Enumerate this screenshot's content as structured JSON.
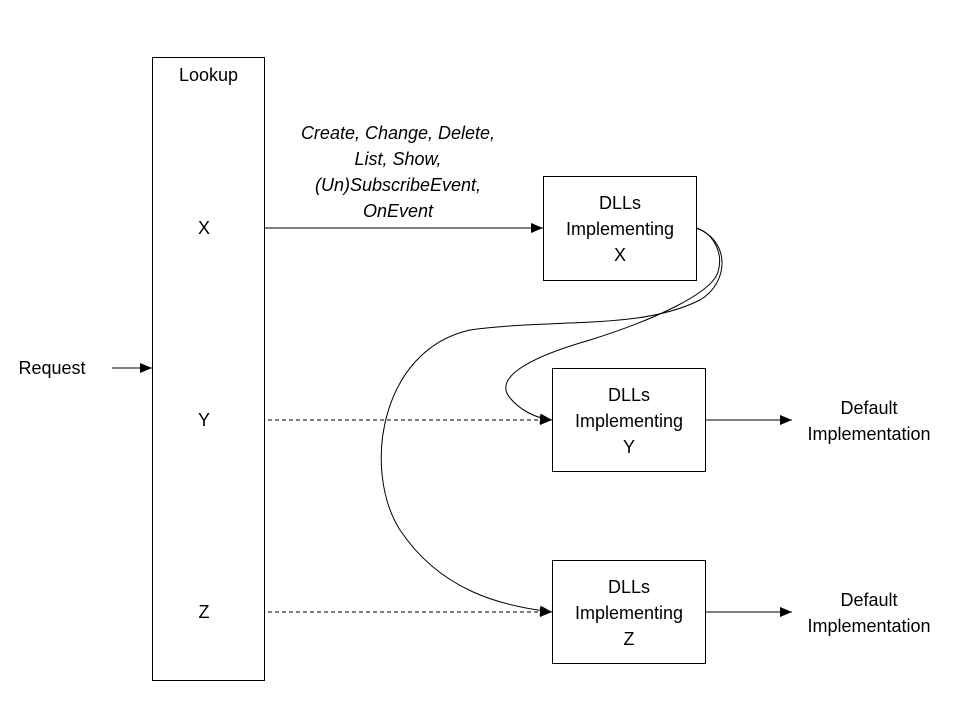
{
  "lookup": {
    "title": "Lookup",
    "entries": [
      "X",
      "Y",
      "Z"
    ]
  },
  "request_label": "Request",
  "operations": [
    "Create, Change, Delete,",
    "List, Show,",
    "(Un)SubscribeEvent,",
    "OnEvent"
  ],
  "dll_boxes": [
    {
      "lines": [
        "DLLs",
        "Implementing",
        "X"
      ]
    },
    {
      "lines": [
        "DLLs",
        "Implementing",
        "Y"
      ]
    },
    {
      "lines": [
        "DLLs",
        "Implementing",
        "Z"
      ]
    }
  ],
  "default_impl": [
    {
      "lines": [
        "Default",
        "Implementation"
      ]
    },
    {
      "lines": [
        "Default",
        "Implementation"
      ]
    }
  ]
}
